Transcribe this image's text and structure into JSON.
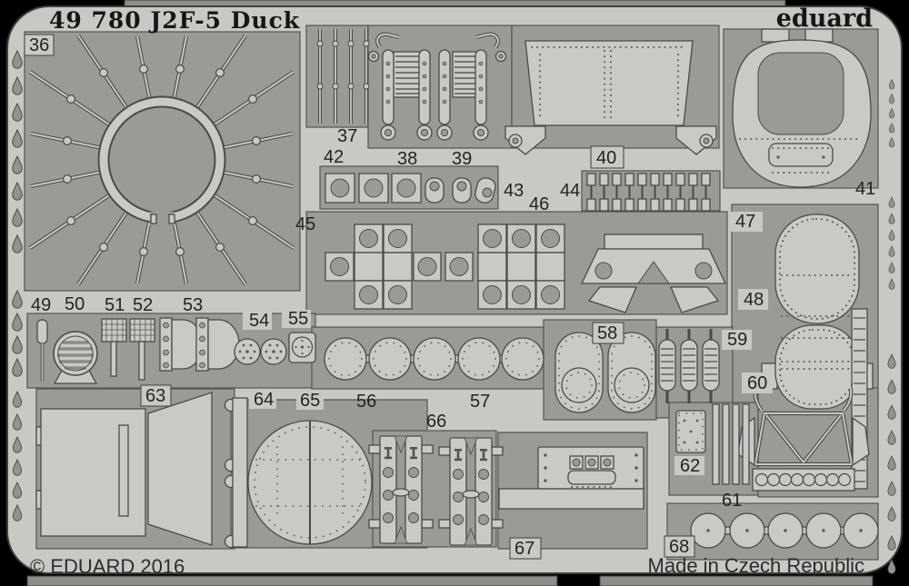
{
  "header": {
    "catalog_title": "49 780 J2F-5 Duck",
    "brand": "eduard"
  },
  "footer": {
    "copyright": "© EDUARD 2016",
    "origin": "Made in Czech Republic"
  },
  "sheet": {
    "part_numbers": [
      "36",
      "37",
      "38",
      "39",
      "40",
      "41",
      "42",
      "43",
      "44",
      "45",
      "46",
      "47",
      "48",
      "49",
      "50",
      "51",
      "52",
      "53",
      "54",
      "55",
      "56",
      "57",
      "58",
      "59",
      "60",
      "61",
      "62",
      "63",
      "64",
      "65",
      "66",
      "67",
      "68"
    ]
  },
  "colors": {
    "background": "#000000",
    "sheet": "#c9c8c5",
    "parts": "#cac9c6",
    "etched": "#9b9a97",
    "outline": "#4a4a47",
    "rail": "#8e8d8a",
    "text": "#232321"
  }
}
